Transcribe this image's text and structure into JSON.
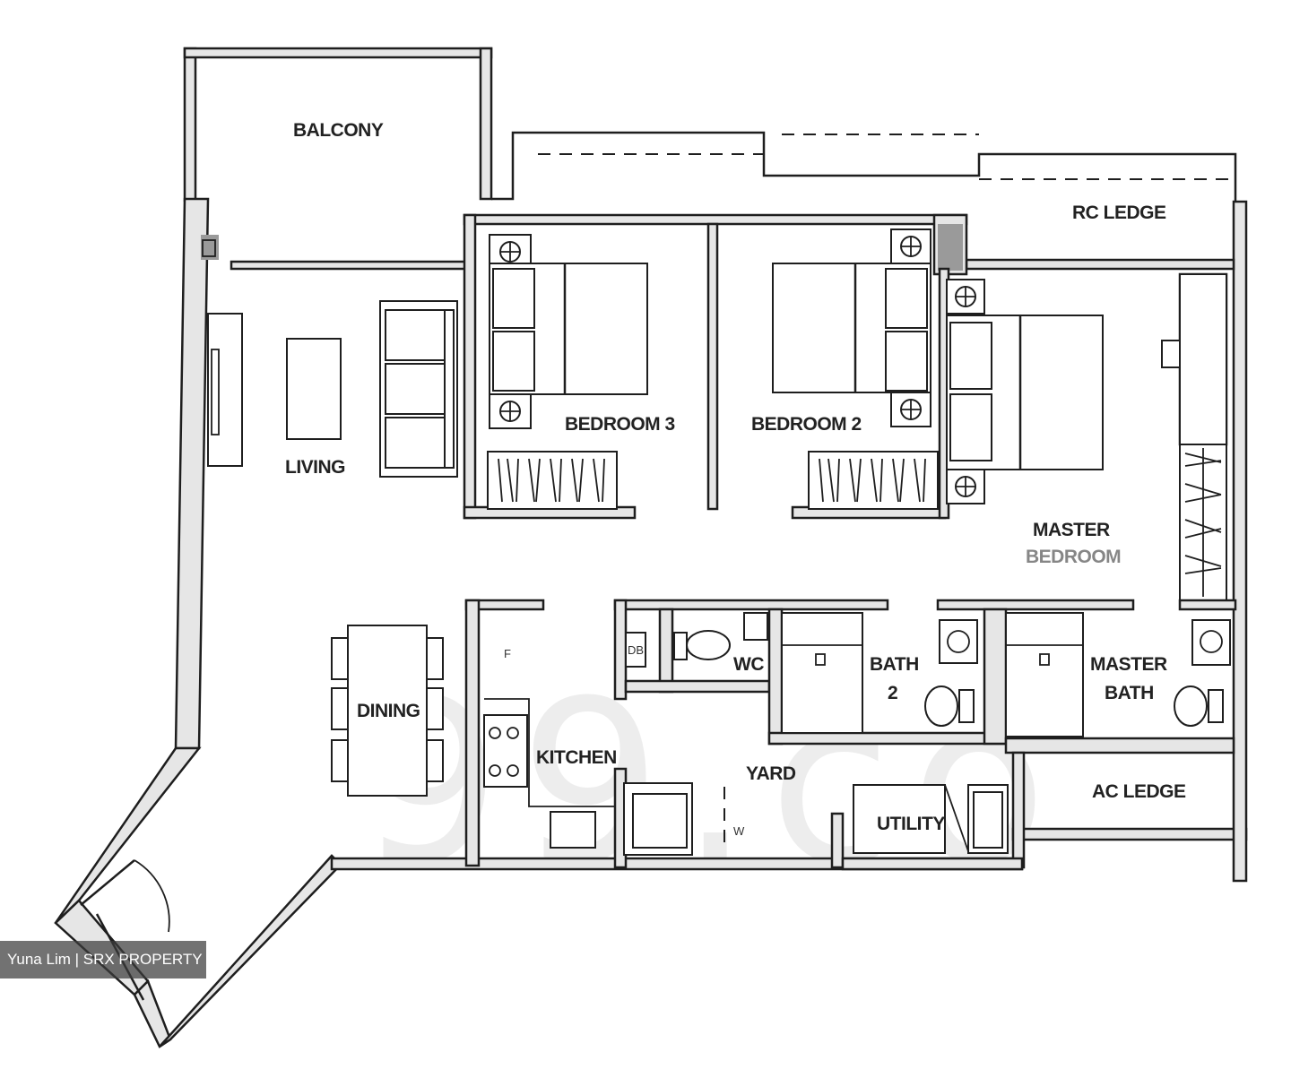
{
  "rooms": {
    "balcony": "BALCONY",
    "living": "LIVING",
    "bedroom3": "BEDROOM 3",
    "bedroom2": "BEDROOM 2",
    "master_bedroom_line1": "MASTER",
    "master_bedroom_line2": "BEDROOM",
    "rc_ledge": "RC LEDGE",
    "dining": "DINING",
    "kitchen": "KITCHEN",
    "wc": "WC",
    "bath2_line1": "BATH",
    "bath2_line2": "2",
    "master_bath_line1": "MASTER",
    "master_bath_line2": "BATH",
    "yard": "YARD",
    "utility": "UTILITY",
    "ac_ledge": "AC LEDGE"
  },
  "fixtures": {
    "fridge_mark": "F",
    "washer_mark": "W",
    "db_mark": "DB"
  },
  "watermark": "99.co",
  "credit": "Yuna Lim | SRX PROPERTY"
}
